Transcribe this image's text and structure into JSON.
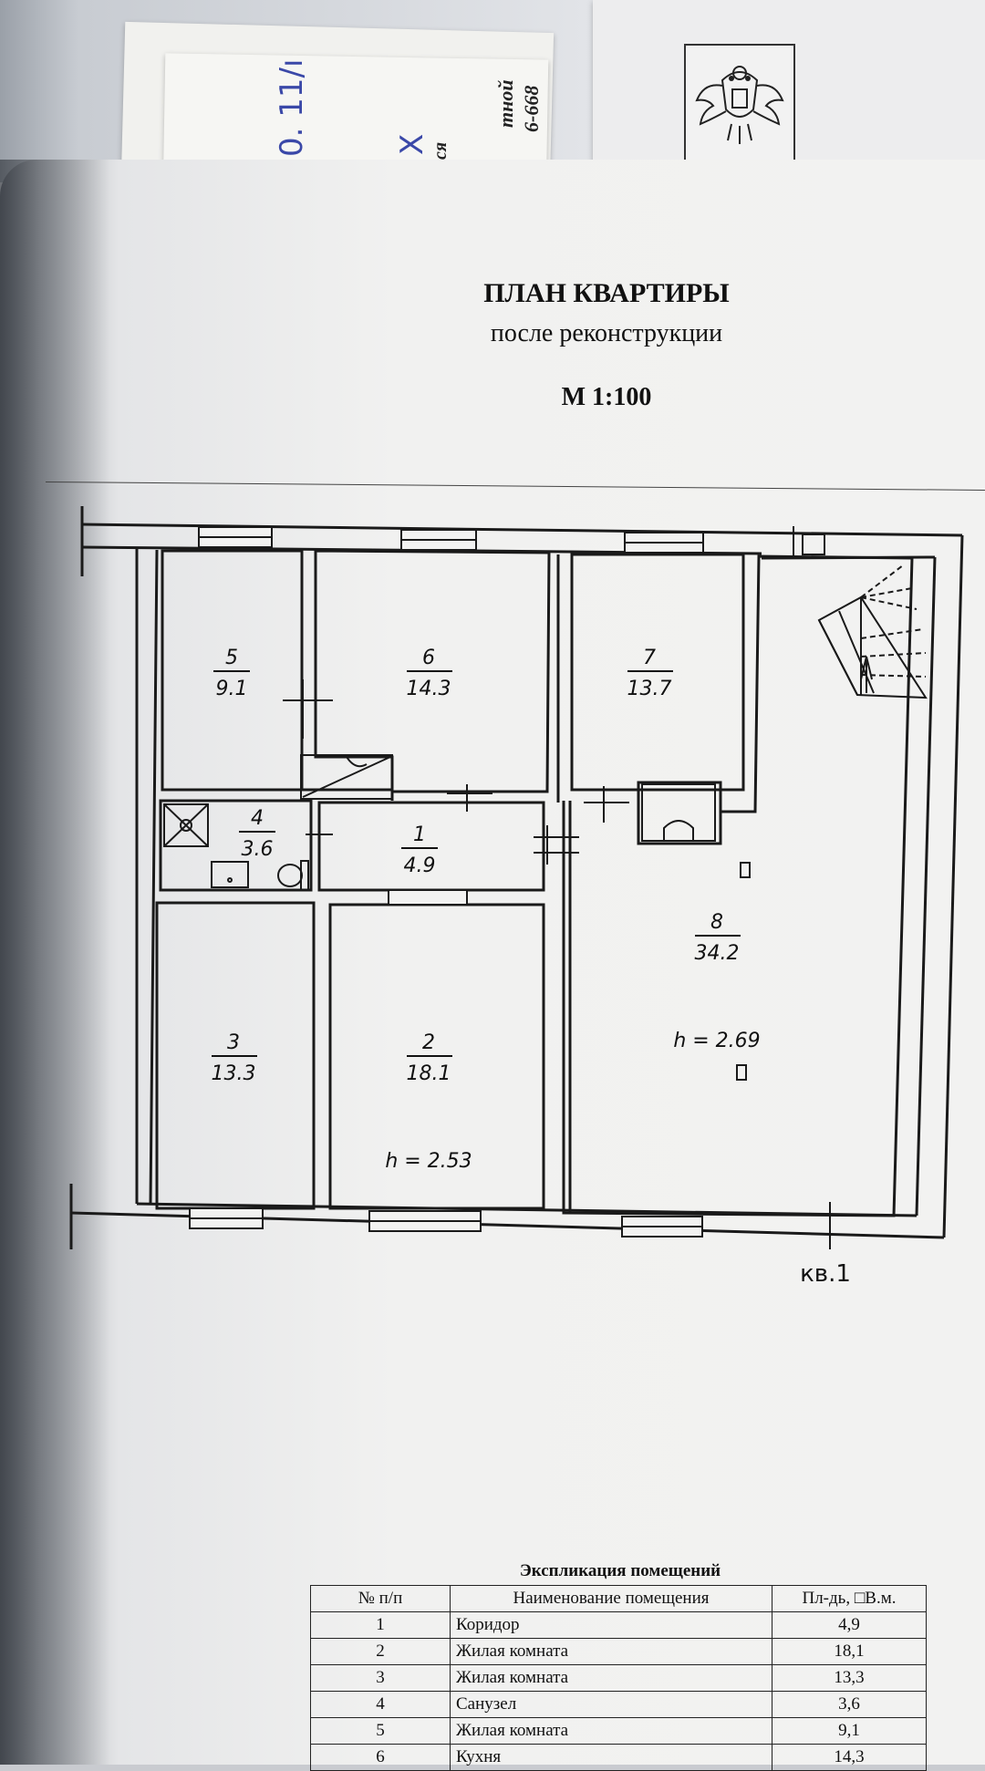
{
  "header": {
    "title": "ПЛАН КВАРТИРЫ",
    "subtitle": "после реконструкции",
    "scale": "М 1:100"
  },
  "back_papers": {
    "stamp_line_1": "тной",
    "stamp_line_2": "6-668",
    "stamp_partial": "ся",
    "handwriting_1": "0. 11/ı",
    "handwriting_2": "X",
    "seal_desc": "coat-of-arms-emblem"
  },
  "plan": {
    "rooms": [
      {
        "num": "1",
        "area": "4.9"
      },
      {
        "num": "2",
        "area": "18.1"
      },
      {
        "num": "3",
        "area": "13.3"
      },
      {
        "num": "4",
        "area": "3.6"
      },
      {
        "num": "5",
        "area": "9.1"
      },
      {
        "num": "6",
        "area": "14.3"
      },
      {
        "num": "7",
        "area": "13.7"
      },
      {
        "num": "8",
        "area": "34.2"
      }
    ],
    "height_left": "h = 2.53",
    "height_right": "h = 2.69",
    "apartment_label": "кв.1"
  },
  "explication": {
    "title": "Экспликация помещений",
    "headers": [
      "№ п/п",
      "Наименование помещения",
      "Пл-дь, □В.м."
    ],
    "rows": [
      {
        "no": "1",
        "name": "Коридор",
        "area": "4,9"
      },
      {
        "no": "2",
        "name": "Жилая комната",
        "area": "18,1"
      },
      {
        "no": "3",
        "name": "Жилая комната",
        "area": "13,3"
      },
      {
        "no": "4",
        "name": "Санузел",
        "area": "3,6"
      },
      {
        "no": "5",
        "name": "Жилая комната",
        "area": "9,1"
      },
      {
        "no": "6",
        "name": "Кухня",
        "area": "14,3"
      }
    ]
  }
}
